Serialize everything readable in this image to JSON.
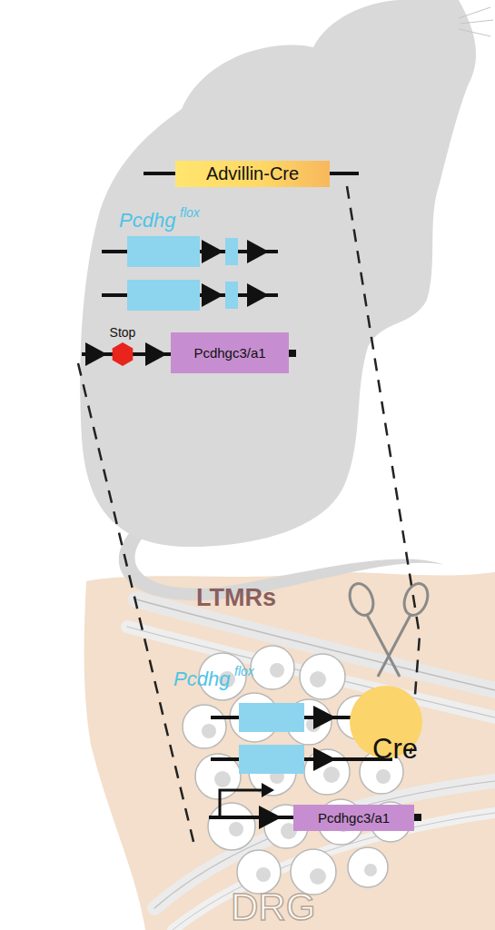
{
  "diagram": {
    "nodes": [
      {
        "text": [
          "Advillin-Cre"
        ]
      },
      {
        "text": [
          "Stop"
        ]
      },
      {
        "text": [
          "Pcdhgc3/a1"
        ]
      },
      {
        "text": [
          "Cre"
        ]
      },
      {
        "text": [
          "Pcdhgc3/a1"
        ]
      }
    ],
    "labels": [
      "Pcdhg",
      "flox",
      "LTMRs",
      "Pcdhg",
      "flox",
      "DRG"
    ]
  }
}
